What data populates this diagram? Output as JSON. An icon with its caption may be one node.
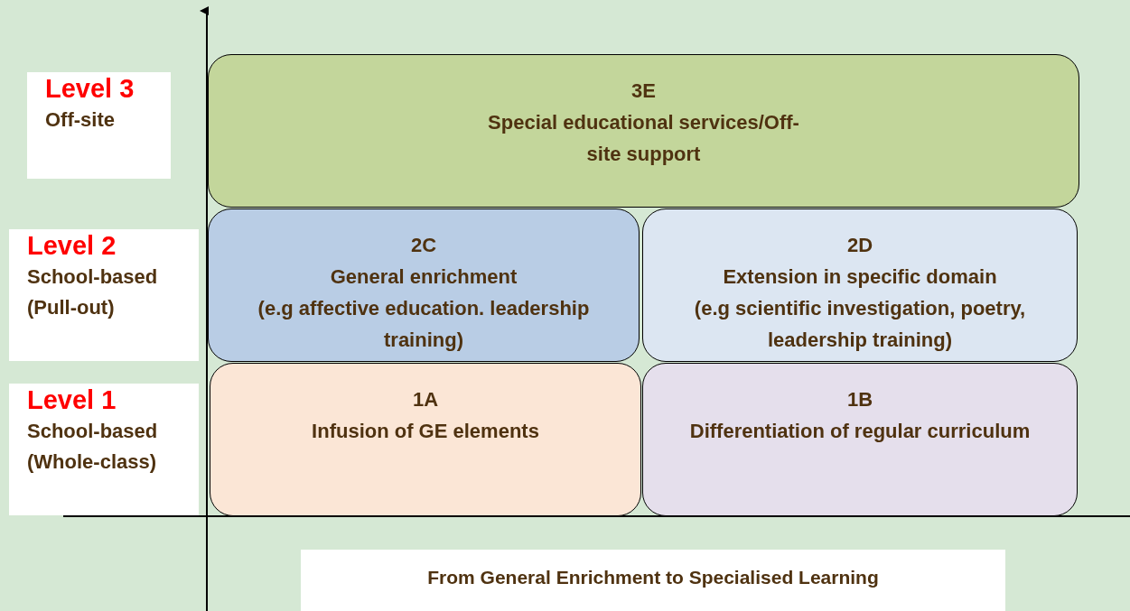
{
  "diagram": {
    "nodes": [
      {
        "text": [
          "Level 3",
          "Off-site"
        ]
      },
      {
        "text": [
          "3E",
          "Special educational services/Off-site support"
        ]
      },
      {
        "text": [
          "Level 2",
          "School-based (Pull-out)"
        ]
      },
      {
        "text": [
          "2C",
          "General enrichment",
          "(e.g affective education. leadership training)"
        ]
      },
      {
        "text": [
          "2D",
          "Extension in specific domain",
          "(e.g scientific investigation, poetry, leadership training)"
        ]
      },
      {
        "text": [
          "Level 1",
          "School-based (Whole-class)"
        ]
      },
      {
        "text": [
          "1A",
          "Infusion of GE elements"
        ]
      },
      {
        "text": [
          "1B",
          "Differentiation of regular curriculum"
        ]
      },
      {
        "text": [
          "From General Enrichment to Specialised Learning"
        ]
      }
    ],
    "edges": []
  }
}
